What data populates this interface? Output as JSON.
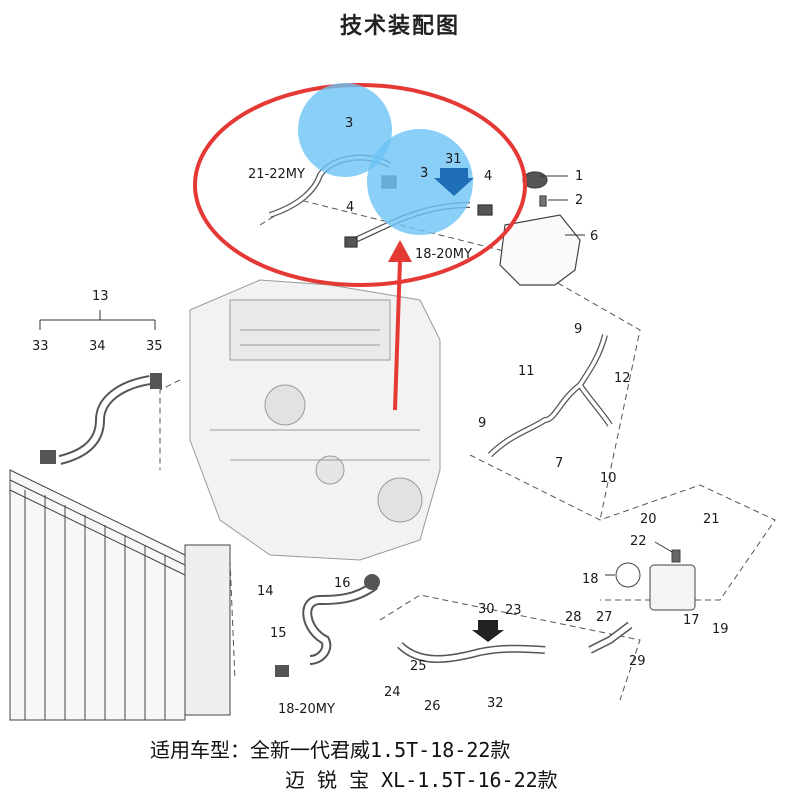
{
  "title": "技术装配图",
  "footer": {
    "line1": "适用车型：全新一代君威1.5T-18-22款",
    "line2": "迈 锐 宝 XL-1.5T-16-22款"
  },
  "year_labels": {
    "top_left": "21-22MY",
    "top_right": "18-20MY",
    "bottom": "18-20MY"
  },
  "part_numbers": [
    "1",
    "2",
    "3",
    "3",
    "4",
    "4",
    "6",
    "7",
    "9",
    "9",
    "10",
    "11",
    "12",
    "13",
    "14",
    "15",
    "16",
    "17",
    "18",
    "19",
    "20",
    "21",
    "22",
    "23",
    "24",
    "25",
    "26",
    "27",
    "28",
    "29",
    "30",
    "31",
    "32",
    "33",
    "34",
    "35"
  ],
  "colors": {
    "highlight_circle": "#6cc3f5",
    "annotation": "#e53935",
    "arrow": "#1e6fb8",
    "linework": "#333333"
  }
}
